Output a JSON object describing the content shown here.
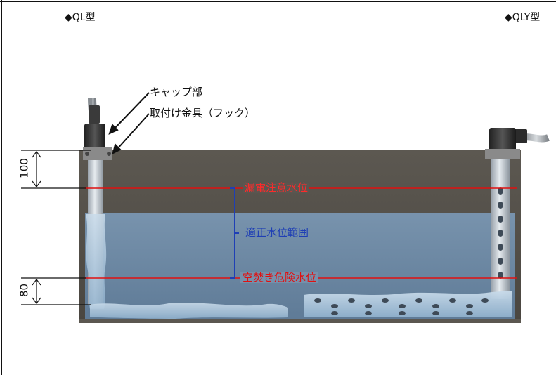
{
  "labels": {
    "ql_type": "◆QL型",
    "qly_type": "◆QLY型",
    "cap": "キャップ部",
    "hook": "取付け金具（フック）",
    "leak_level": "漏電注意水位",
    "proper_range": "適正水位範囲",
    "dry_level": "空焚き危険水位"
  },
  "dimensions": {
    "top": "100",
    "bottom": "80"
  },
  "colors": {
    "tank_wall": "#5b5750",
    "water": "#6f8ba6",
    "warning_line": "#e01010",
    "range_bracket": "#1f3fb5"
  }
}
